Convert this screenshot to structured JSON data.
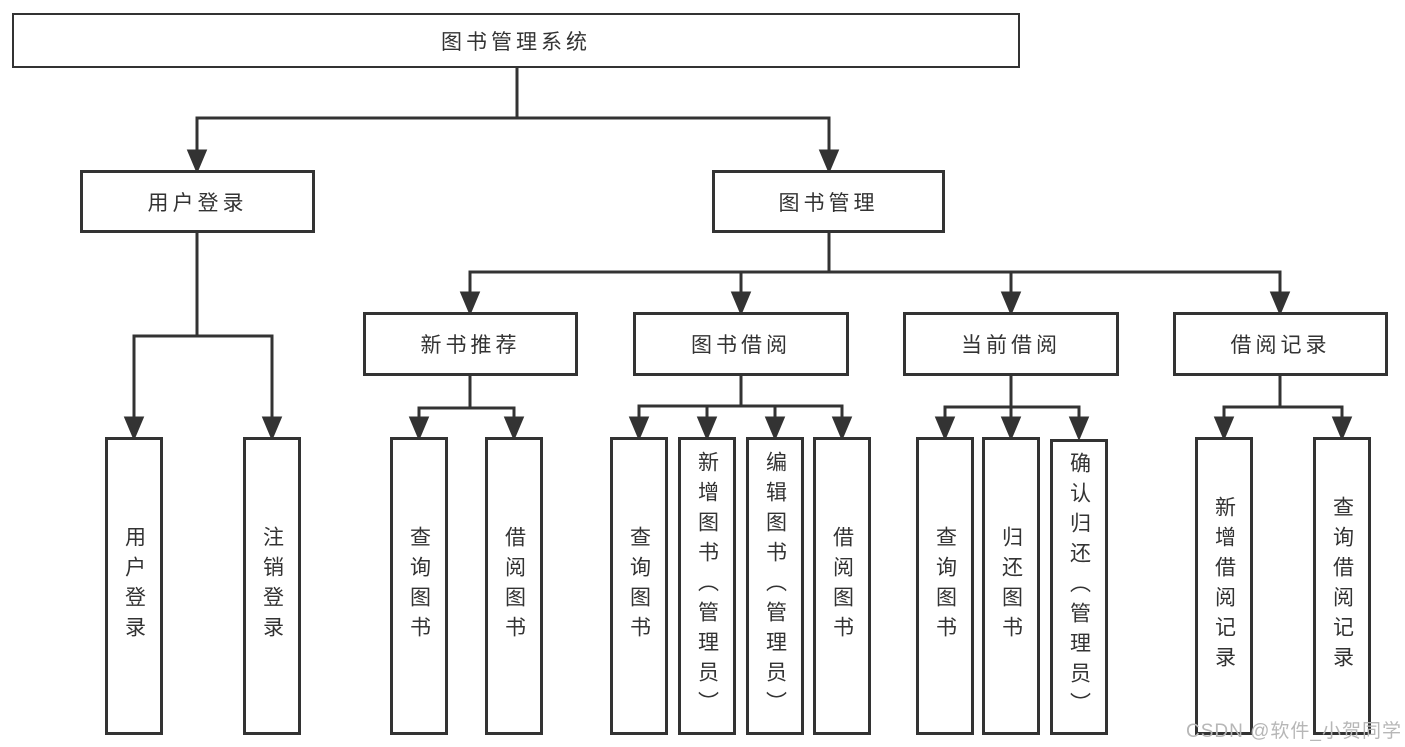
{
  "diagram_title": "图书管理系统",
  "colors": {
    "line": "#333333",
    "box_border": "#333333",
    "box_bg": "#ffffff",
    "text": "#333333",
    "watermark": "#b7b7b7",
    "background": "#ffffff"
  },
  "nodes": {
    "root": {
      "label": "图书管理系统"
    },
    "level2": {
      "user_login": {
        "label": "用户登录"
      },
      "book_mgmt": {
        "label": "图书管理"
      }
    },
    "level3": {
      "new_book_rec": {
        "label": "新书推荐"
      },
      "book_borrow": {
        "label": "图书借阅"
      },
      "current_borrow": {
        "label": "当前借阅"
      },
      "borrow_records": {
        "label": "借阅记录"
      }
    },
    "leaves": {
      "user_login": {
        "label": "用户登录"
      },
      "logout": {
        "label": "注销登录"
      },
      "rec_query_book": {
        "label": "查询图书"
      },
      "rec_borrow_book": {
        "label": "借阅图书"
      },
      "bb_query_book": {
        "label": "查询图书"
      },
      "bb_add_book": {
        "label": "新增图书（管理员）"
      },
      "bb_edit_book": {
        "label": "编辑图书（管理员）"
      },
      "bb_borrow_book": {
        "label": "借阅图书"
      },
      "cb_query_book": {
        "label": "查询图书"
      },
      "cb_return_book": {
        "label": "归还图书"
      },
      "cb_confirm_return": {
        "label": "确认归还（管理员）"
      },
      "br_add_record": {
        "label": "新增借阅记录"
      },
      "br_query_record": {
        "label": "查询借阅记录"
      }
    }
  },
  "watermark": {
    "text": "CSDN @软件_小贺同学"
  }
}
